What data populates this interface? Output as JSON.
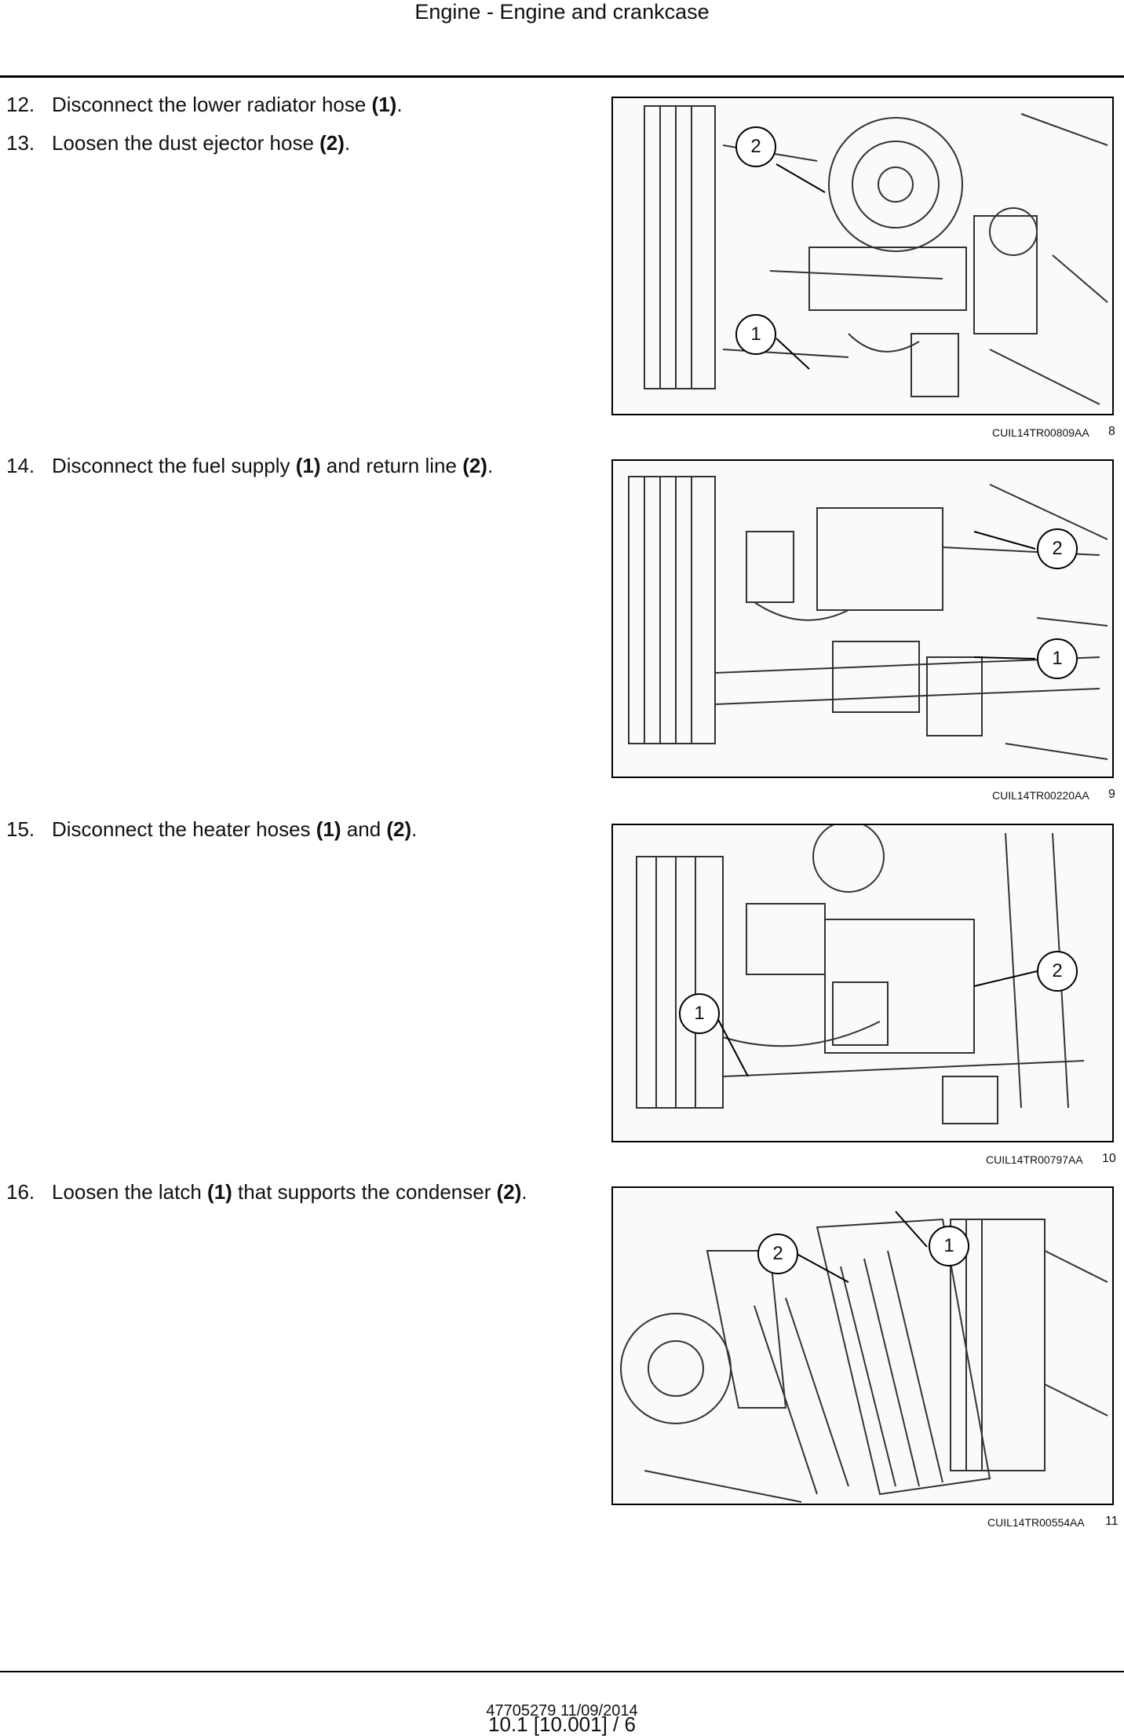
{
  "header": {
    "title": "Engine - Engine and crankcase"
  },
  "steps": [
    {
      "num": "12.",
      "pre": "Disconnect the lower radiator hose ",
      "b1": "(1)",
      "mid": "",
      "b2": "",
      "post": "."
    },
    {
      "num": "13.",
      "pre": "Loosen the dust ejector hose ",
      "b1": "(2)",
      "mid": "",
      "b2": "",
      "post": "."
    },
    {
      "num": "14.",
      "pre": "Disconnect the fuel supply ",
      "b1": "(1)",
      "mid": " and return line ",
      "b2": "(2)",
      "post": "."
    },
    {
      "num": "15.",
      "pre": "Disconnect the heater hoses ",
      "b1": "(1)",
      "mid": " and ",
      "b2": "(2)",
      "post": "."
    },
    {
      "num": "16.",
      "pre": "Loosen the latch ",
      "b1": "(1)",
      "mid": " that supports the condenser ",
      "b2": "(2)",
      "post": "."
    }
  ],
  "figures": [
    {
      "caption": "CUIL14TR00809AA",
      "number": "8",
      "callouts": [
        "2",
        "1"
      ]
    },
    {
      "caption": "CUIL14TR00220AA",
      "number": "9",
      "callouts": [
        "2",
        "1"
      ]
    },
    {
      "caption": "CUIL14TR00797AA",
      "number": "10",
      "callouts": [
        "2",
        "1"
      ]
    },
    {
      "caption": "CUIL14TR00554AA",
      "number": "11",
      "callouts": [
        "2",
        "1"
      ]
    }
  ],
  "footer": {
    "doc": "47705279 11/09/2014",
    "page": "10.1 [10.001] / 6"
  }
}
